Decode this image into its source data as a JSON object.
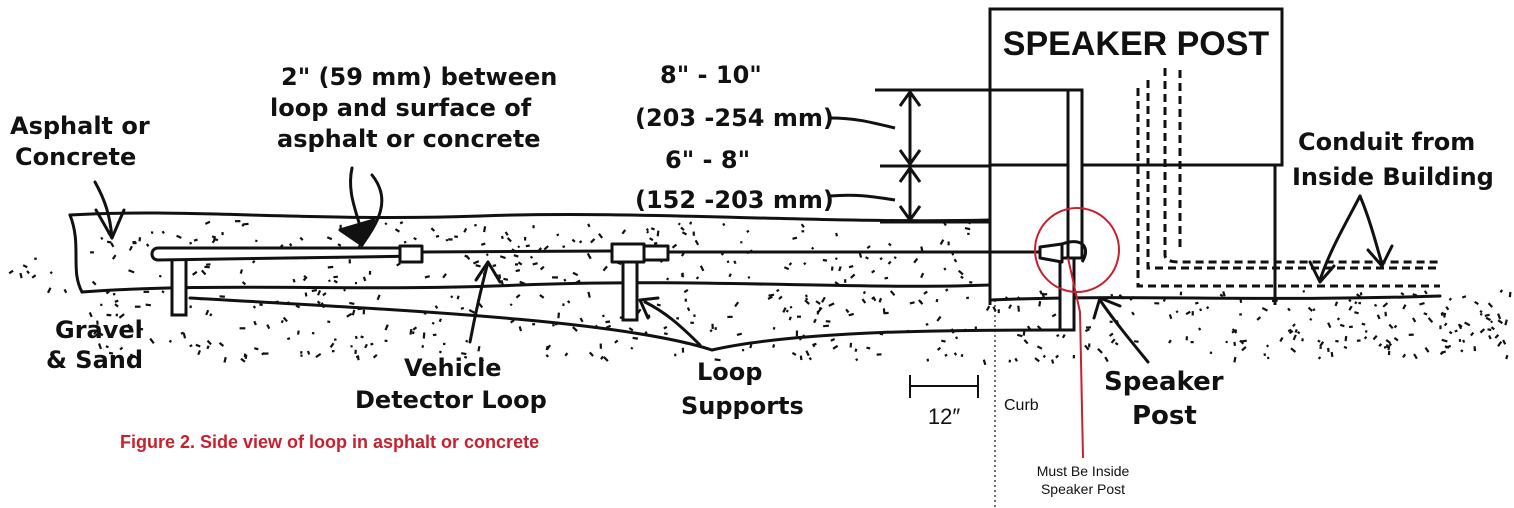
{
  "labels": {
    "asphalt_concrete_line1": "Asphalt or",
    "asphalt_concrete_line2": "Concrete",
    "gap_line1": "2\" (59 mm) between",
    "gap_line2": "loop and surface of",
    "gap_line3": "asphalt or concrete",
    "depth_upper_line1": "8\" - 10\"",
    "depth_upper_line2": "(203 -254 mm)",
    "depth_lower_line1": "6\" - 8\"",
    "depth_lower_line2": "(152 -203 mm)",
    "speaker_post_box": "SPEAKER POST",
    "conduit_line1": "Conduit from",
    "conduit_line2": "Inside Building",
    "gravel_line1": "Gravel",
    "gravel_line2": "& Sand",
    "loop_line1": "Vehicle",
    "loop_line2": "Detector Loop",
    "supports_line1": "Loop",
    "supports_line2": "Supports",
    "scale": "12″",
    "curb": "Curb",
    "speaker_post_line1": "Speaker",
    "speaker_post_line2": "Post",
    "must_line1": "Must Be Inside",
    "must_line2": "Speaker Post"
  },
  "caption": "Figure 2.  Side view of loop in asphalt or concrete",
  "colors": {
    "accent": "#c8202f",
    "ink": "#111111"
  }
}
